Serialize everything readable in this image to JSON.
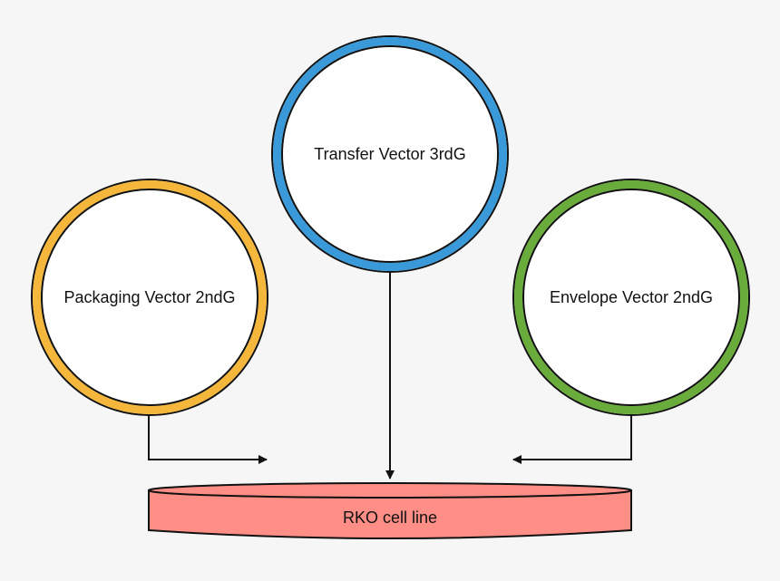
{
  "nodes": {
    "transfer": {
      "label": "Transfer Vector 3rdG",
      "ring_color": "#3a9ad9"
    },
    "packaging": {
      "label": "Packaging Vector 2ndG",
      "ring_color": "#f5b73b"
    },
    "envelope": {
      "label": "Envelope Vector 2ndG",
      "ring_color": "#6aac3c"
    },
    "cell_line": {
      "label": "RKO cell line",
      "fill_color": "#ff8f86"
    }
  }
}
